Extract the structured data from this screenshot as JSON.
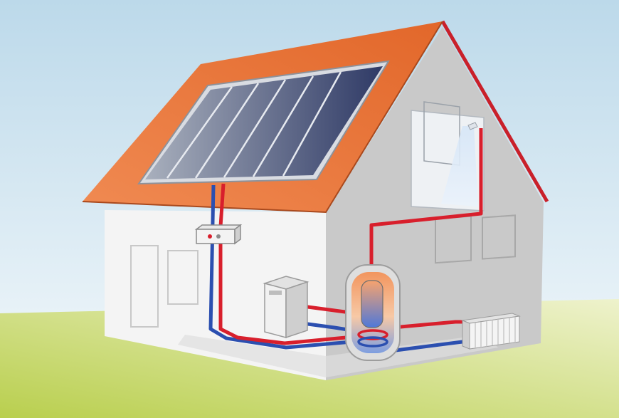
{
  "scene": {
    "colors": {
      "sky_top": "#bcd9ea",
      "sky_bottom": "#f6fafc",
      "ground_near": "#b9cf4e",
      "ground_far": "#eef2cc",
      "roof": "#e2672a",
      "roof_light": "#f08a52",
      "roof_edge": "#c9202a",
      "wall_front": "#f4f4f4",
      "wall_side": "#c9c9c9",
      "panel_light": "#a9b0bd",
      "panel_dark": "#2f3a66",
      "pipe_hot": "#d81f2c",
      "pipe_cold": "#2b4fb0",
      "tank_hot": "#f2955e",
      "tank_cold": "#7d9ee0",
      "radiator": "#f4f4f4",
      "boiler": "#cfcfcf"
    },
    "components": [
      {
        "id": "solar-collector",
        "icon": "solar-panel-icon"
      },
      {
        "id": "pump-station",
        "icon": "pump-icon"
      },
      {
        "id": "boiler",
        "icon": "boiler-icon"
      },
      {
        "id": "storage-tank",
        "icon": "water-tank-icon"
      },
      {
        "id": "radiator",
        "icon": "radiator-icon"
      },
      {
        "id": "shower",
        "icon": "shower-icon"
      }
    ]
  }
}
